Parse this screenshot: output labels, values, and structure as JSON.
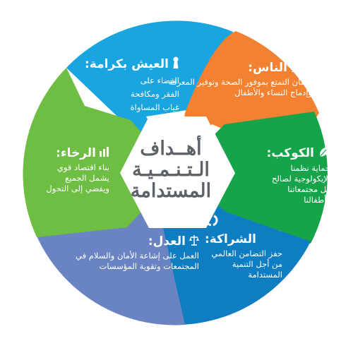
{
  "center": {
    "line1": "أهــداف",
    "line2": "الـتـنـمـيـة",
    "line3": "المستدامة"
  },
  "sections": {
    "people": {
      "title": "الناس:",
      "body": "ضمان التمتع بموفور الصحة وتوفير المعرفة وإدماج النساء والأطفال",
      "icon": "people-icon",
      "color": "#f28231"
    },
    "planet": {
      "title": "الكوكب:",
      "body": "حماية نظمنا الإيكولوجية لصالح كل مجتمعاتنا وأطفالنا",
      "icon": "leaf-icon",
      "color": "#16a44a"
    },
    "partnership": {
      "title": "الشراكة:",
      "body": "حفز التضامن العالمي من أجل التنمية المستدامة",
      "icon": "cycle-arrows-icon",
      "color": "#0f7dc2"
    },
    "justice": {
      "title": "العدل:",
      "body": "العمل على إشاعة الأمان والسلام في المجتمعات وتقوية المؤسسات",
      "icon": "scales-icon",
      "color": "#6a83c2"
    },
    "prosperity": {
      "title": "الرخاء:",
      "body": "بناء اقتصاد قوي يشمل الجميع ويفضي إلى التحول",
      "icon": "bar-chart-icon",
      "color": "#6fbe44"
    },
    "dignity": {
      "title": "العيش بكرامة:",
      "body": "القضاء على الفقر ومكافحة غياب المساواة",
      "icon": "keyhole-icon",
      "color": "#1aa5e0"
    }
  }
}
